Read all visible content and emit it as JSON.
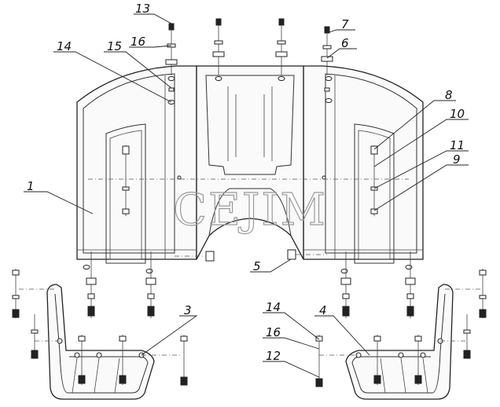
{
  "watermark": "CEJIM",
  "callouts": [
    {
      "id": "c13",
      "text": "13"
    },
    {
      "id": "c16a",
      "text": "16"
    },
    {
      "id": "c14a",
      "text": "14"
    },
    {
      "id": "c15",
      "text": "15"
    },
    {
      "id": "c7",
      "text": "7"
    },
    {
      "id": "c6",
      "text": "6"
    },
    {
      "id": "c8",
      "text": "8"
    },
    {
      "id": "c10",
      "text": "10"
    },
    {
      "id": "c11",
      "text": "11"
    },
    {
      "id": "c9",
      "text": "9"
    },
    {
      "id": "c1",
      "text": "1"
    },
    {
      "id": "c5",
      "text": "5"
    },
    {
      "id": "c3",
      "text": "3"
    },
    {
      "id": "c4",
      "text": "4"
    },
    {
      "id": "c14b",
      "text": "14"
    },
    {
      "id": "c16b",
      "text": "16"
    },
    {
      "id": "c12",
      "text": "12"
    }
  ]
}
